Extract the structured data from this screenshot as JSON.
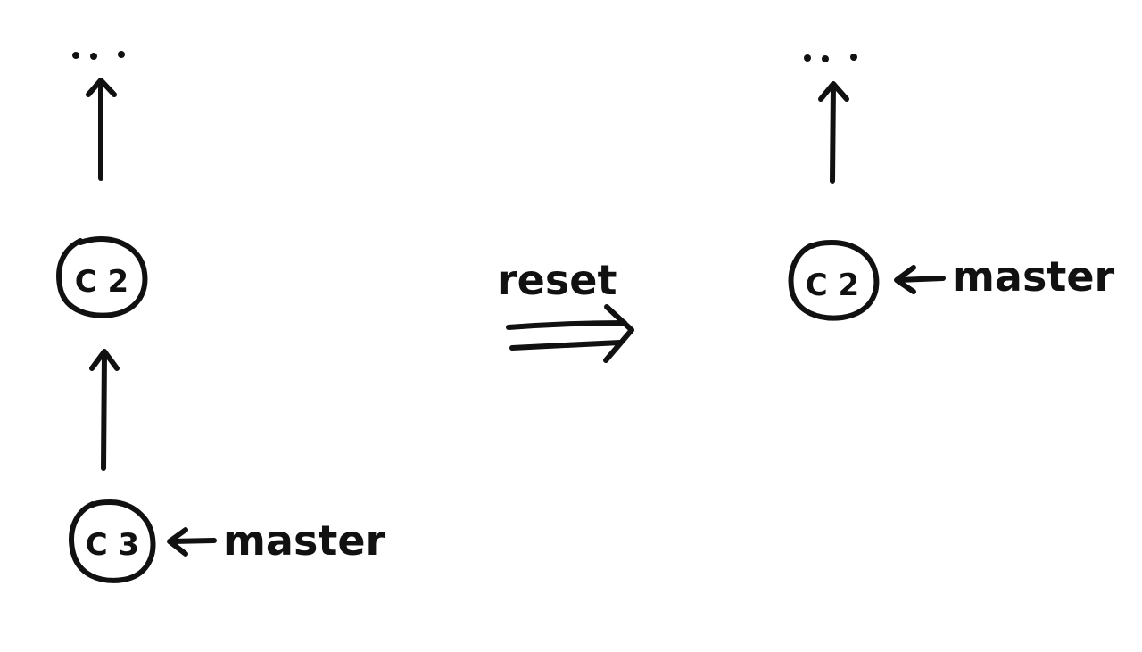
{
  "before": {
    "ellipsis": "...",
    "commits": [
      "C 2",
      "C 3"
    ],
    "branch_label": "master"
  },
  "operation": {
    "label": "reset"
  },
  "after": {
    "ellipsis": "...",
    "commits": [
      "C 2"
    ],
    "branch_label": "master"
  },
  "colors": {
    "ink": "#111111",
    "background": "#ffffff"
  }
}
